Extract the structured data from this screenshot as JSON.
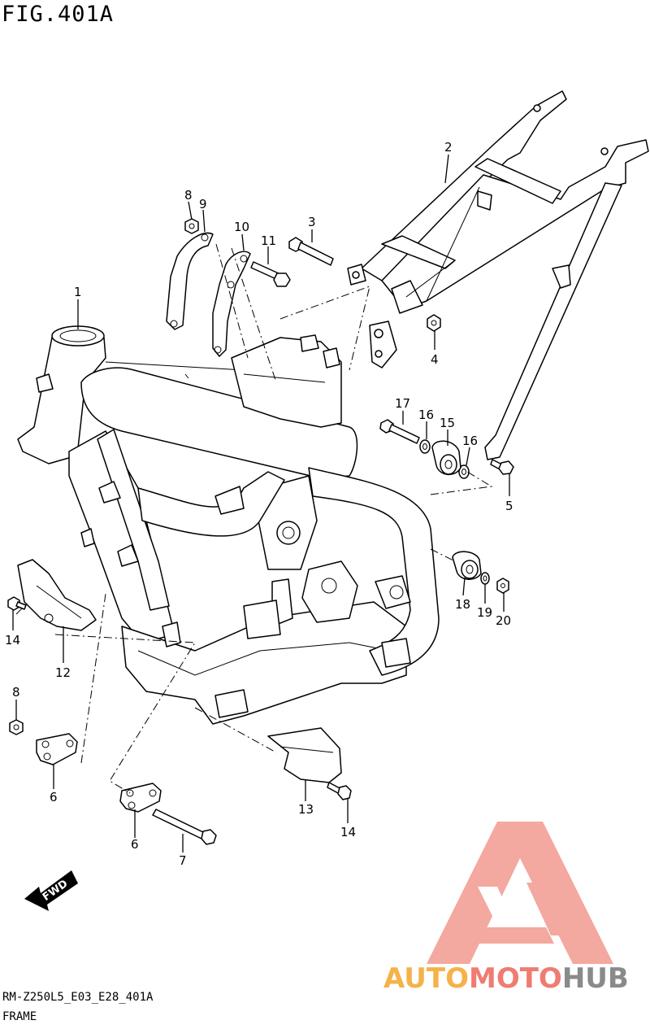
{
  "figure": {
    "title": "FIG.401A",
    "code": "RM-Z250L5_E03_E28_401A",
    "name": "FRAME"
  },
  "fwd_label": "FWD",
  "watermark": {
    "part1": "AUTO",
    "part2": "MOTO",
    "part3": "HUB",
    "colors": {
      "auto": "#f5b24a",
      "moto": "#ef7c72",
      "hub": "#8a8a8a",
      "triangle": "#f29a90"
    }
  },
  "callouts": [
    {
      "id": "c1",
      "text": "1"
    },
    {
      "id": "c2",
      "text": "2"
    },
    {
      "id": "c3",
      "text": "3"
    },
    {
      "id": "c4",
      "text": "4"
    },
    {
      "id": "c5",
      "text": "5"
    },
    {
      "id": "c6a",
      "text": "6"
    },
    {
      "id": "c6b",
      "text": "6"
    },
    {
      "id": "c7",
      "text": "7"
    },
    {
      "id": "c8a",
      "text": "8"
    },
    {
      "id": "c8b",
      "text": "8"
    },
    {
      "id": "c9",
      "text": "9"
    },
    {
      "id": "c10",
      "text": "10"
    },
    {
      "id": "c11",
      "text": "11"
    },
    {
      "id": "c12",
      "text": "12"
    },
    {
      "id": "c13",
      "text": "13"
    },
    {
      "id": "c14a",
      "text": "14"
    },
    {
      "id": "c14b",
      "text": "14"
    },
    {
      "id": "c15",
      "text": "15"
    },
    {
      "id": "c16a",
      "text": "16"
    },
    {
      "id": "c16b",
      "text": "16"
    },
    {
      "id": "c17",
      "text": "17"
    },
    {
      "id": "c18",
      "text": "18"
    },
    {
      "id": "c19",
      "text": "19"
    },
    {
      "id": "c20",
      "text": "20"
    }
  ]
}
